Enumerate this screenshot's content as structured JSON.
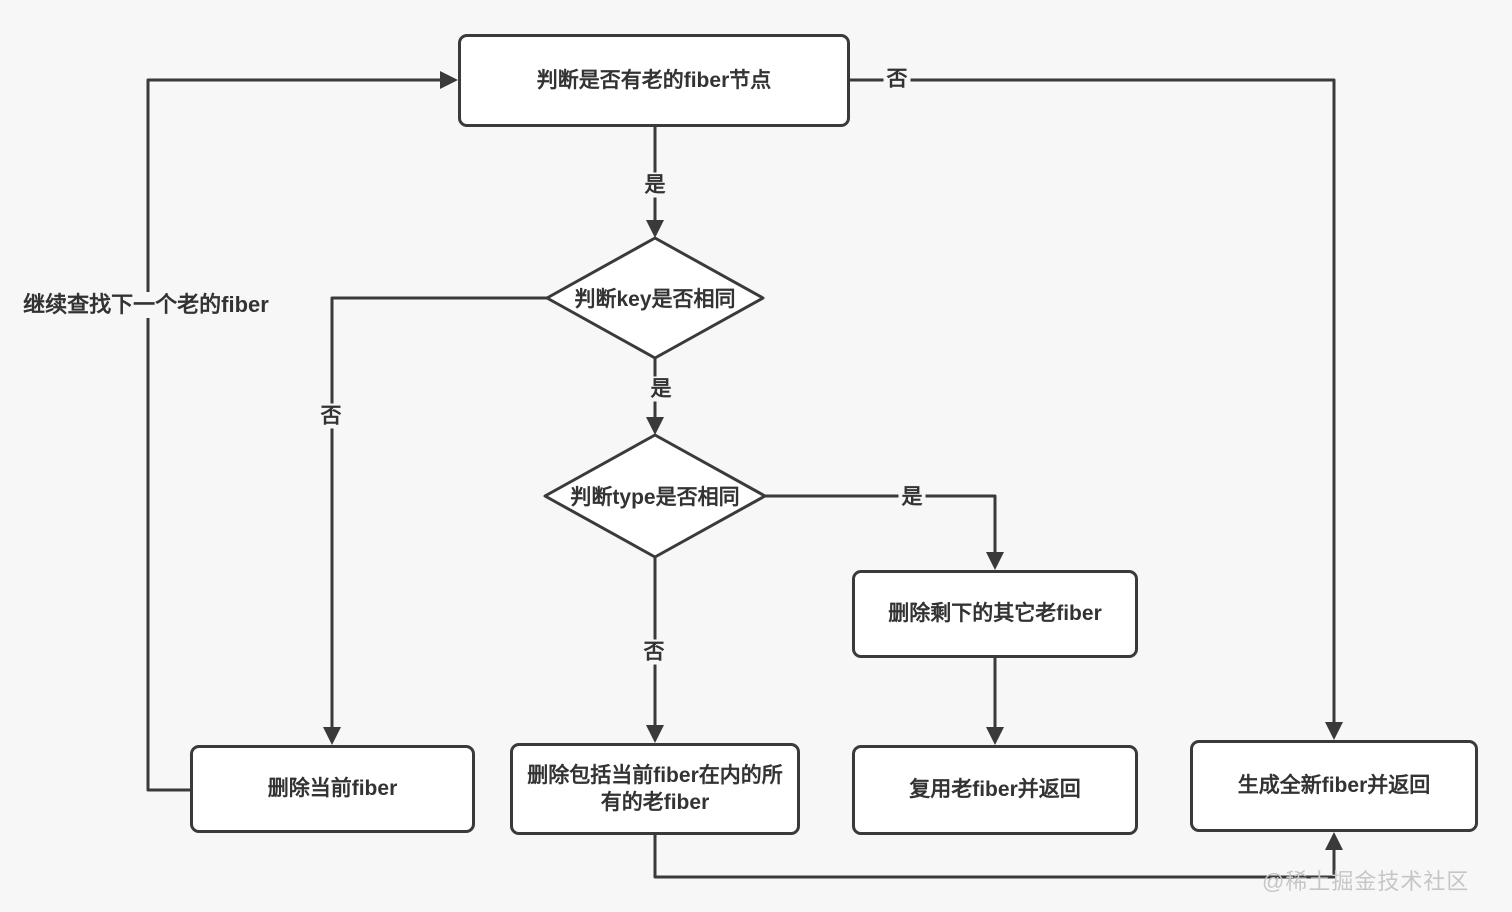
{
  "colors": {
    "background": "#f7f7f7",
    "stroke": "#3a3a3a",
    "node_fill": "#ffffff",
    "text": "#333333",
    "watermark_color": "#c6c6c6"
  },
  "nodes": {
    "check_old_fiber": {
      "label": "判断是否有老的fiber节点",
      "shape": "rect"
    },
    "check_key": {
      "label": "判断key是否相同",
      "shape": "diamond"
    },
    "check_type": {
      "label": "判断type是否相同",
      "shape": "diamond"
    },
    "delete_remaining": {
      "label": "删除剩下的其它老fiber",
      "shape": "rect"
    },
    "delete_current": {
      "label": "删除当前fiber",
      "shape": "rect"
    },
    "delete_all": {
      "label": "删除包括当前fiber在内的所有的老fiber",
      "shape": "rect"
    },
    "reuse_old": {
      "label": "复用老fiber并返回",
      "shape": "rect"
    },
    "create_new": {
      "label": "生成全新fiber并返回",
      "shape": "rect"
    }
  },
  "edge_labels": {
    "start_yes": "是",
    "start_no": "否",
    "key_yes": "是",
    "key_no": "否",
    "type_yes": "是",
    "type_no": "否",
    "continue_loop": "继续查找下一个老的fiber"
  },
  "watermark": "@稀土掘金技术社区"
}
